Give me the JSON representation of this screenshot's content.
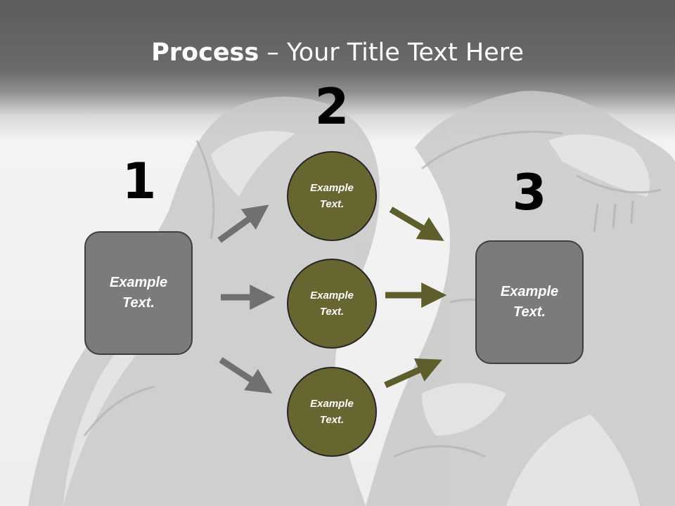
{
  "title": {
    "bold": "Process",
    "rest": " – Your Title Text Here"
  },
  "steps": [
    {
      "number": "1"
    },
    {
      "number": "2"
    },
    {
      "number": "3"
    }
  ],
  "boxes": {
    "left": {
      "text": "Example Text."
    },
    "right": {
      "text": "Example Text."
    }
  },
  "circles": [
    {
      "text": "Example Text."
    },
    {
      "text": "Example Text."
    },
    {
      "text": "Example Text."
    }
  ],
  "colors": {
    "header": "#5c5c5c",
    "box_fill": "#7b7b7b",
    "circle_fill": "#676631",
    "arrow_gray": "#707070",
    "arrow_olive": "#5e5d2c",
    "watermark": "#c4c4c4"
  },
  "icons": {
    "background": "wolf-watermark-icon",
    "connector": "arrow-icon"
  }
}
